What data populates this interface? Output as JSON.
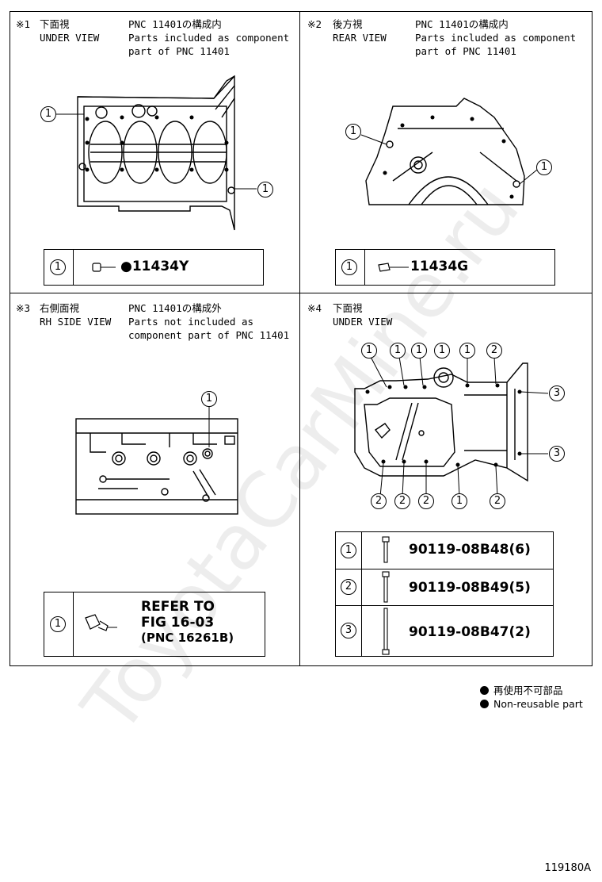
{
  "panels": [
    {
      "mark": "※1",
      "view_jp": "下面視",
      "view_en": "UNDER VIEW",
      "pnc_jp": "PNC 11401の構成内",
      "pnc_en_1": "Parts included as component",
      "pnc_en_2": "part of PNC 11401",
      "callouts": [
        "1",
        "1"
      ],
      "parts": [
        {
          "num": "1",
          "part_no": "●11434Y"
        }
      ]
    },
    {
      "mark": "※2",
      "view_jp": "後方視",
      "view_en": "REAR VIEW",
      "pnc_jp": "PNC 11401の構成内",
      "pnc_en_1": "Parts included as component",
      "pnc_en_2": "part of PNC 11401",
      "callouts": [
        "1",
        "1"
      ],
      "parts": [
        {
          "num": "1",
          "part_no": "11434G"
        }
      ]
    },
    {
      "mark": "※3",
      "view_jp": "右側面視",
      "view_en": "RH SIDE VIEW",
      "pnc_jp": "PNC 11401の構成外",
      "pnc_en_1": "Parts not included as",
      "pnc_en_2": "component part of PNC 11401",
      "callouts": [
        "1"
      ],
      "parts": [
        {
          "num": "1",
          "refer_1": "REFER TO",
          "refer_2": "FIG 16-03",
          "refer_3": "(PNC 16261B)"
        }
      ]
    },
    {
      "mark": "※4",
      "view_jp": "下面視",
      "view_en": "UNDER VIEW",
      "callouts_top": [
        "1",
        "1",
        "1",
        "1",
        "1",
        "2"
      ],
      "callouts_right": [
        "3",
        "3"
      ],
      "callouts_bottom": [
        "2",
        "2",
        "2",
        "1",
        "2"
      ],
      "parts": [
        {
          "num": "1",
          "part_no": "90119-08B48(6)"
        },
        {
          "num": "2",
          "part_no": "90119-08B49(5)"
        },
        {
          "num": "3",
          "part_no": "90119-08B47(2)"
        }
      ]
    }
  ],
  "legend": {
    "jp": "再使用不可部品",
    "en": "Non-reusable part"
  },
  "watermark": "ToyotaCarMine.ru",
  "figure_id": "119180A"
}
